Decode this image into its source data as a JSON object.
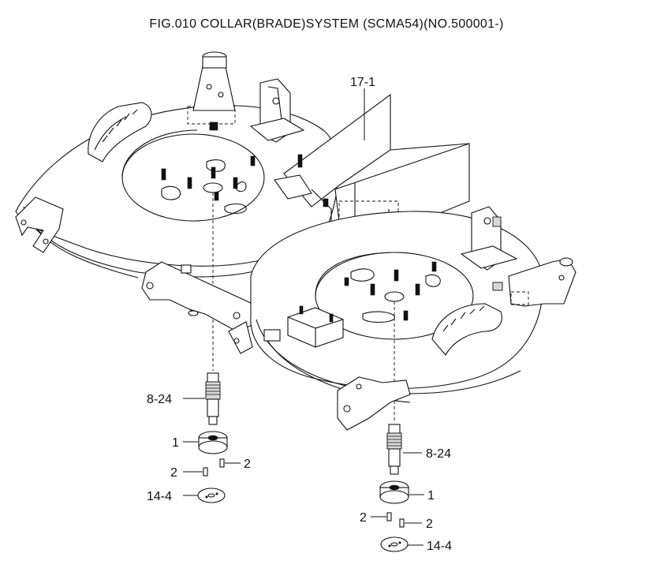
{
  "figure": {
    "title": "FIG.010   COLLAR(BRADE)SYSTEM (SCMA54)(NO.500001-)"
  },
  "callouts": {
    "c17_1": "17-1",
    "c8_24_left": "8-24",
    "c1_left": "1",
    "c2_left_a": "2",
    "c2_left_b": "2",
    "c14_4_left": "14-4",
    "c8_24_right": "8-24",
    "c1_right": "1",
    "c2_right_a": "2",
    "c2_right_b": "2",
    "c14_4_right": "14-4"
  }
}
